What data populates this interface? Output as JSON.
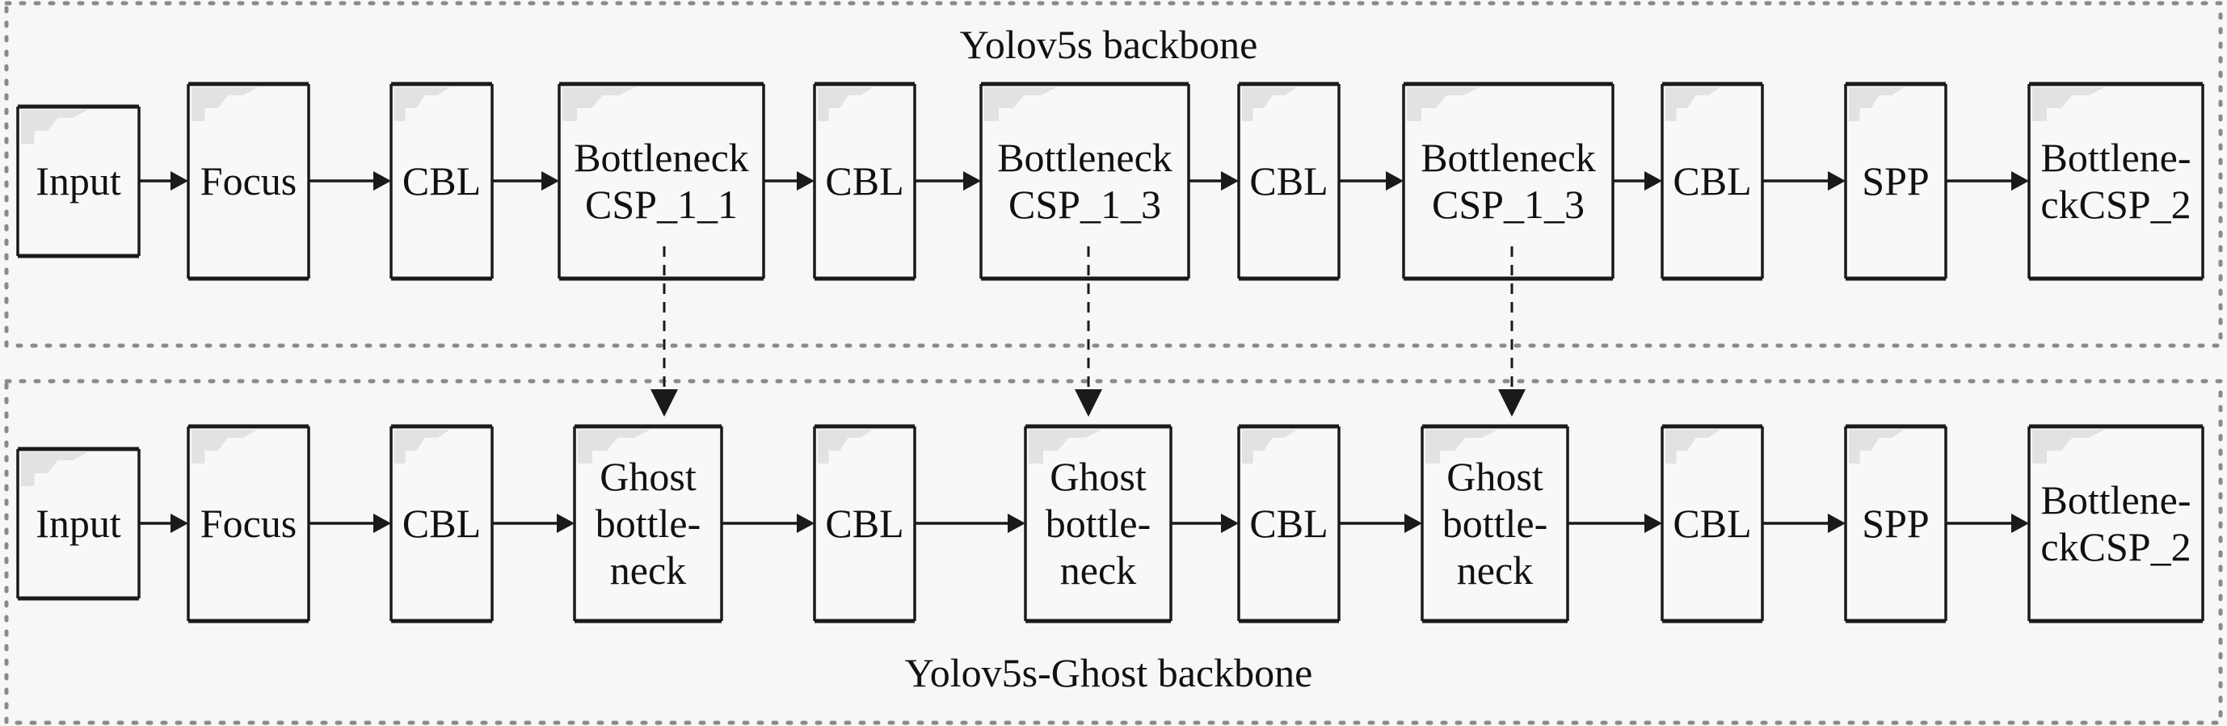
{
  "diagram": {
    "colors": {
      "background": "#f7f7f7",
      "box_fill": "#f8f8f8",
      "box_stroke": "#1a1a1a",
      "corner_shade": "#e2e2e2",
      "frame_dots": "#8a8a8a",
      "text": "#111111"
    },
    "top_panel": {
      "title": "Yolov5s backbone",
      "nodes": [
        {
          "id": "t-input",
          "lines": [
            "Input"
          ]
        },
        {
          "id": "t-focus",
          "lines": [
            "Focus"
          ]
        },
        {
          "id": "t-cbl-1",
          "lines": [
            "CBL"
          ]
        },
        {
          "id": "t-bcsp-1",
          "lines": [
            "Bottleneck",
            "CSP_1_1"
          ]
        },
        {
          "id": "t-cbl-2",
          "lines": [
            "CBL"
          ]
        },
        {
          "id": "t-bcsp-2",
          "lines": [
            "Bottleneck",
            "CSP_1_3"
          ]
        },
        {
          "id": "t-cbl-3",
          "lines": [
            "CBL"
          ]
        },
        {
          "id": "t-bcsp-3",
          "lines": [
            "Bottleneck",
            "CSP_1_3"
          ]
        },
        {
          "id": "t-cbl-4",
          "lines": [
            "CBL"
          ]
        },
        {
          "id": "t-spp",
          "lines": [
            "SPP"
          ]
        },
        {
          "id": "t-bcsp2",
          "lines": [
            "Bottlene-",
            "ckCSP_2"
          ]
        }
      ]
    },
    "bottom_panel": {
      "title": "Yolov5s-Ghost backbone",
      "nodes": [
        {
          "id": "b-input",
          "lines": [
            "Input"
          ]
        },
        {
          "id": "b-focus",
          "lines": [
            "Focus"
          ]
        },
        {
          "id": "b-cbl-1",
          "lines": [
            "CBL"
          ]
        },
        {
          "id": "b-ghost-1",
          "lines": [
            "Ghost",
            "bottle-",
            "neck"
          ]
        },
        {
          "id": "b-cbl-2",
          "lines": [
            "CBL"
          ]
        },
        {
          "id": "b-ghost-2",
          "lines": [
            "Ghost",
            "bottle-",
            "neck"
          ]
        },
        {
          "id": "b-cbl-3",
          "lines": [
            "CBL"
          ]
        },
        {
          "id": "b-ghost-3",
          "lines": [
            "Ghost",
            "bottle-",
            "neck"
          ]
        },
        {
          "id": "b-cbl-4",
          "lines": [
            "CBL"
          ]
        },
        {
          "id": "b-spp",
          "lines": [
            "SPP"
          ]
        },
        {
          "id": "b-bcsp2",
          "lines": [
            "Bottlene-",
            "ckCSP_2"
          ]
        }
      ]
    },
    "replacements": [
      {
        "from": "t-bcsp-1",
        "to": "b-ghost-1",
        "style": "dashed"
      },
      {
        "from": "t-bcsp-2",
        "to": "b-ghost-2",
        "style": "dashed"
      },
      {
        "from": "t-bcsp-3",
        "to": "b-ghost-3",
        "style": "dashed"
      }
    ]
  }
}
